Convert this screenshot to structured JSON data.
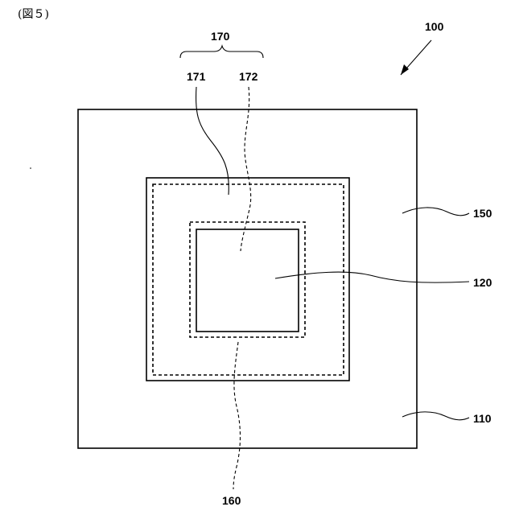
{
  "figure": {
    "caption": "(図５)"
  },
  "labels": {
    "device": "100",
    "group": "170",
    "part_171": "171",
    "part_172": "172",
    "region_150": "150",
    "region_120": "120",
    "region_110": "110",
    "region_160": "160"
  }
}
